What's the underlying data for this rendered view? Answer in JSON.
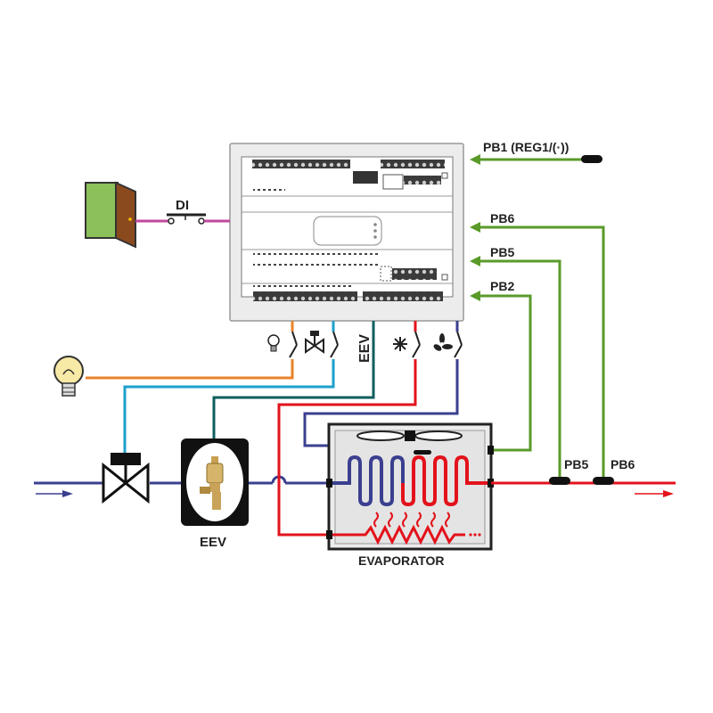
{
  "labels": {
    "di": "DI",
    "pb1": "PB1 (REG1/(",
    "pb1_tail": "))",
    "pb6": "PB6",
    "pb5": "PB5",
    "pb2": "PB2",
    "pb5_pipe": "PB5",
    "pb6_pipe": "PB6",
    "eev_vertical": "EEV",
    "eev_box": "EEV",
    "evaporator": "EVAPORATOR"
  },
  "colors": {
    "pipe_blue": "#3a3f8f",
    "pipe_red": "#e3121b",
    "wire_green": "#5a9a2a",
    "wire_orange": "#e8832a",
    "wire_cyan": "#1ea0cc",
    "wire_teal": "#0f5e5e",
    "wire_pink": "#c2479b",
    "controller_bg": "#ececec",
    "door_brown": "#8b4a1e",
    "door_green": "#8cc05a",
    "bulb_yellow": "#f7e9a6"
  },
  "icons": [
    "door-icon",
    "light-bulb-icon",
    "solenoid-valve-icon",
    "defrost-icon",
    "fan-icon",
    "electronic-expansion-valve-icon",
    "evaporator-fan-icon",
    "temperature-probe-icon"
  ]
}
